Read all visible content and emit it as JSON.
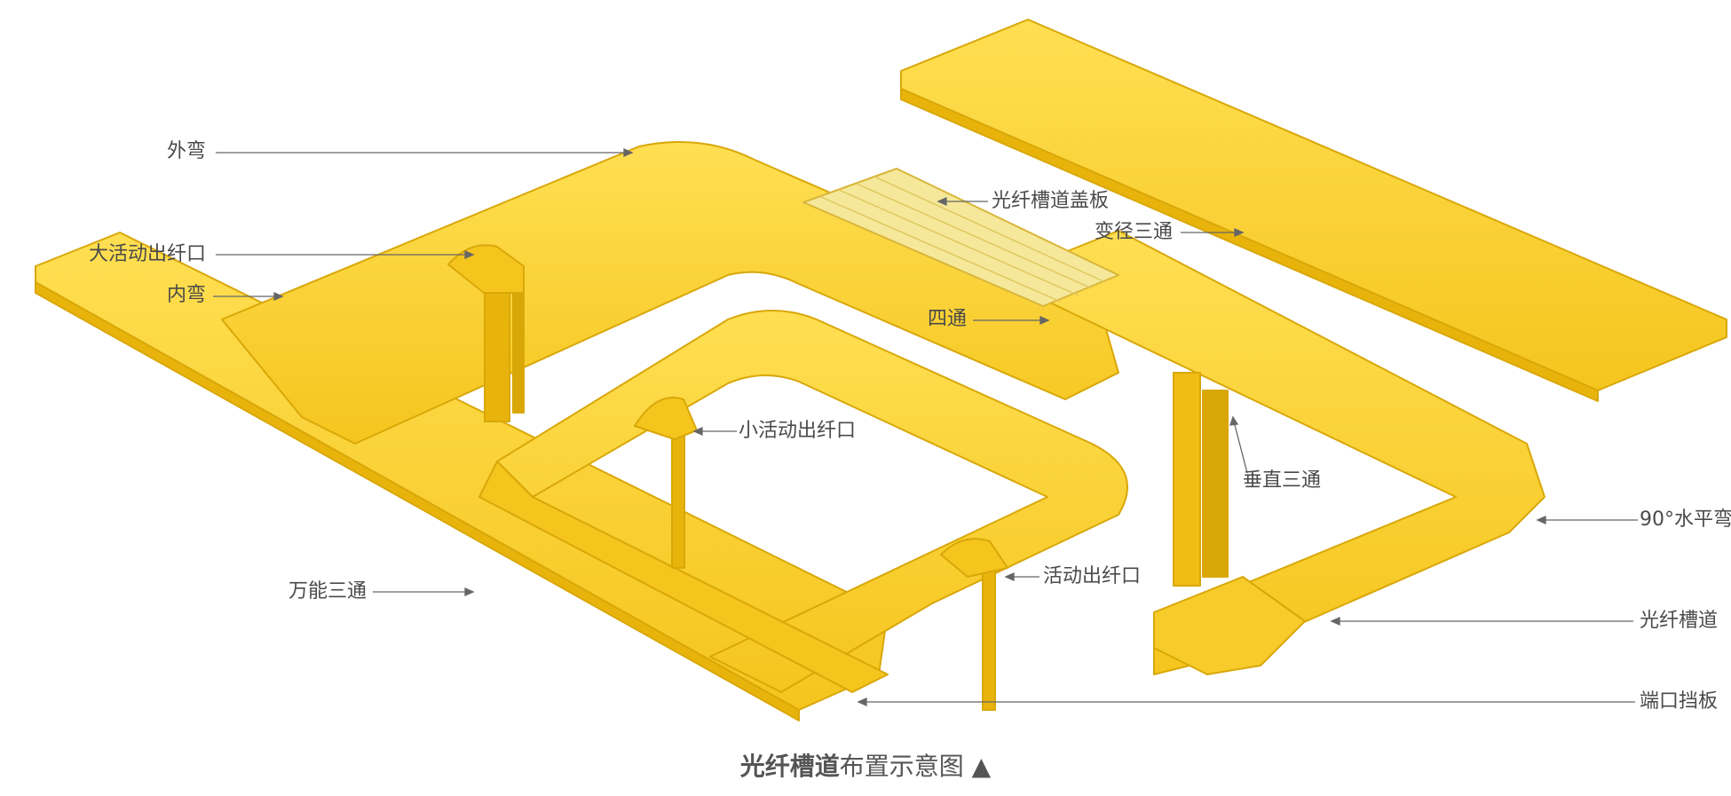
{
  "diagram": {
    "labels": {
      "outer_bend": "外弯",
      "large_active_outlet": "大活动出纤口",
      "inner_bend": "内弯",
      "cover_plate": "光纤槽道盖板",
      "reducer_tee": "变径三通",
      "cross": "四通",
      "small_active_outlet": "小活动出纤口",
      "vertical_tee": "垂直三通",
      "horizontal_90_bend": "90°水平弯",
      "universal_tee": "万能三通",
      "active_outlet": "活动出纤口",
      "fiber_channel": "光纤槽道",
      "end_cap": "端口挡板"
    },
    "caption": {
      "bold": "光纤槽道",
      "rest": "布置示意图 ▲"
    },
    "colors": {
      "tray_top": "#FBD53A",
      "tray_side": "#E8B40C",
      "tray_dark": "#C9960A",
      "cover": "#F5E89A",
      "leader": "#666666"
    }
  }
}
